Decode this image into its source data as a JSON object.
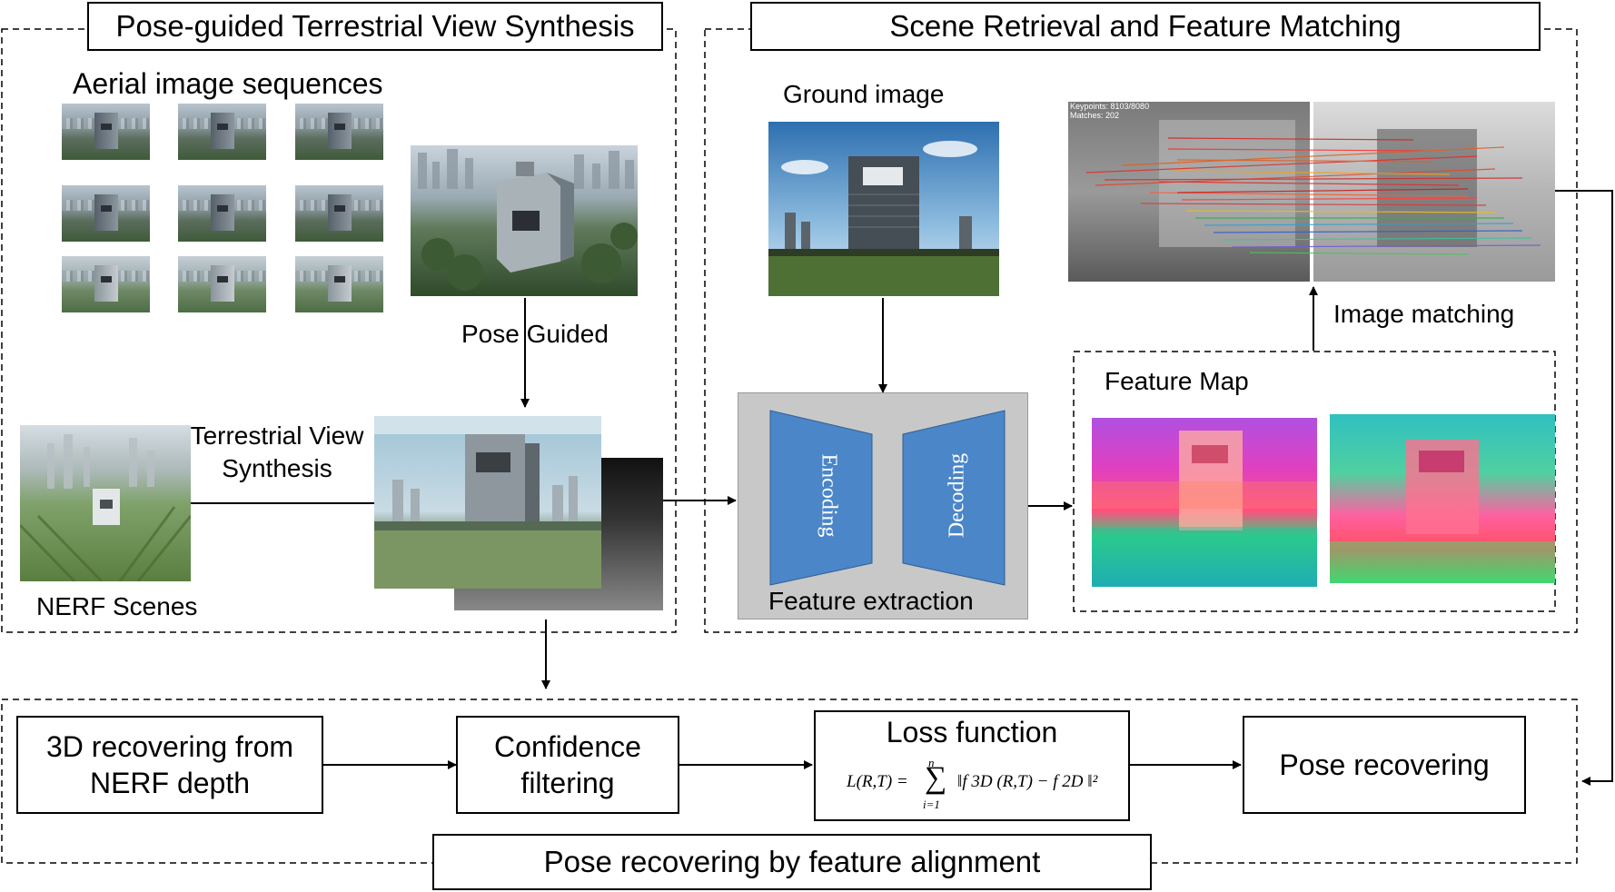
{
  "sections": {
    "view_synthesis_title": "Pose-guided Terrestrial View Synthesis",
    "retrieval_title": "Scene Retrieval and Feature Matching",
    "alignment_title": "Pose recovering by feature alignment"
  },
  "labels": {
    "aerial_sequences": "Aerial image sequences",
    "pose_guided": "Pose Guided",
    "terrestrial_line1": "Terrestrial View",
    "terrestrial_line2": "Synthesis",
    "nerf_scenes": "NERF Scenes",
    "ground_image": "Ground image",
    "image_matching": "Image matching",
    "feature_map": "Feature Map",
    "encoding": "Encoding",
    "decoding": "Decoding",
    "feature_extraction": "Feature extraction",
    "keypoints_text_1": "Keypoints: 8103/8080",
    "keypoints_text_2": "Matches: 202"
  },
  "pipeline": {
    "recover3d_line1": "3D recovering from",
    "recover3d_line2": "NERF depth",
    "confidence_line1": "Confidence",
    "confidence_line2": "filtering",
    "loss_title": "Loss function",
    "loss_formula_lhs": "L(R,T) =",
    "loss_sum_top": "n",
    "loss_sum_bottom": "i=1",
    "loss_formula_rhs": "‖f 3D (R,T) − f 2D ‖²",
    "pose_recovering": "Pose recovering"
  },
  "colors": {
    "encoder_blue": "#4a86c8",
    "extraction_gray": "#c8c8c8"
  }
}
